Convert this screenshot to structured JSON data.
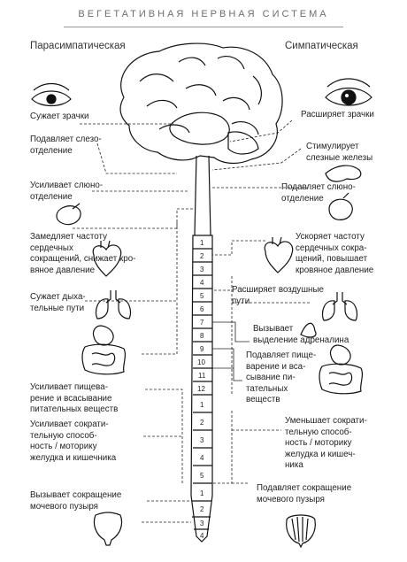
{
  "title": "ВЕГЕТАТИВНАЯ НЕРВНАЯ СИСТЕМА",
  "parasympathetic": {
    "heading": "Парасимпатическая",
    "labels": [
      "Сужает зрачки",
      "Подавляет слезо-\nотделение",
      "Усиливает слюно-\nотделение",
      "Замедляет частоту\nсердечных\nсокращений, снижает кро-\nвяное давление",
      "Сужает дыха-\nтельные пути",
      "Усиливает пищева-\nрение и всасывание\nпитательных веществ",
      "Усиливает сократи-\nтельную способ-\nность / моторику\nжелудка и кишечника",
      "Вызывает сокращение\nмочевого пузыря"
    ]
  },
  "sympathetic": {
    "heading": "Симпатическая",
    "labels": [
      "Расширяет зрачки",
      "Стимулирует\nслезные железы",
      "Подавляет слюно-\nотделение",
      "Ускоряет частоту\nсердечных сокра-\nщений, повышает\nкровяное давление",
      "Расширяет воздушные\nпути",
      "Вызывает\nвыделение адреналина",
      "Подавляет пище-\nварение и вса-\nсывание пи-\nтательных\nвеществ",
      "Уменьшает сократи-\nтельную способ-\nность / моторику\nжелудка и кишеч-\nника",
      "Подавляет сокращение\nмочевого пузыря"
    ]
  },
  "spine": {
    "thoracic": [
      "1",
      "2",
      "3",
      "4",
      "5",
      "6",
      "7",
      "8",
      "9",
      "10",
      "11",
      "12"
    ],
    "lumbar": [
      "1",
      "2",
      "3",
      "4",
      "5"
    ],
    "sacral": [
      "1",
      "2",
      "3",
      "4"
    ]
  },
  "icons": [
    "eye-icon",
    "lacrimal-gland-icon",
    "salivary-gland-icon",
    "heart-icon",
    "lungs-icon",
    "stomach-intestine-icon",
    "adrenal-gland-icon",
    "bladder-icon",
    "brain-icon",
    "spinal-cord-icon"
  ]
}
